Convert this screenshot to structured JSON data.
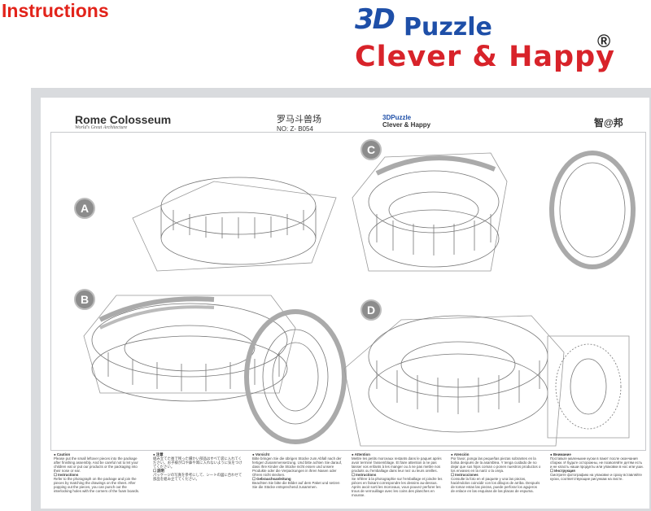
{
  "header": {
    "title": "Instructions",
    "brand_3d": "3D",
    "brand_puzzle": "Puzzle",
    "brand_name": "Clever & Happy",
    "brand_reg": "®"
  },
  "sheet": {
    "title": "Rome Colosseum",
    "subtitle": "World's Great Architecture",
    "title_cn": "罗马斗兽场",
    "model_no": "NO: Z- B054",
    "logo_3d": "3D",
    "logo_puzzle": "Puzzle",
    "logo_name": "Clever & Happy",
    "brand_cn": "智@邦",
    "steps": [
      "A",
      "B",
      "C",
      "D"
    ]
  },
  "notes": [
    {
      "h1": "● Caution",
      "t1": "Please put the small leftover pieces into the package after finishing assembly. And be careful not to let your children eat or put our products or the packaging into their nose or ear.",
      "h2": "☐ Instructions",
      "t2": "Refer to the photograph on the package and join the pieces by matching the drawings on the sheet. After popping out the pieces, you can punch out the interlocking holes with the corners of the foam boards."
    },
    {
      "h1": "● 注意",
      "t1": "組み立てた後で残った細かい部品はすべて袋に入れてください。お子様が口や鼻や耳に入れないように気をつけてください。",
      "h2": "☐ 説明",
      "t2": "パッケージの写真を参考にして、シートの図に合わせて部品を組み立ててください。"
    },
    {
      "h1": "● Vorsicht",
      "t1": "Bitte bringen Sie die übrigen Stücke zum Abfall nach der fertigen Zusammensetzung. Und bitte achten Sie darauf, dass Ihre Kinder die Stücke nicht essen und unsere Produkte oder die Verpackungen in ihren Nasen oder Ohren nicht stecken.",
      "h2": "☐ Gebrauchsanleitung",
      "t2": "Beachten Sie bitte die Bilder auf dem Paket und setzen Sie die Stücke entsprechend zusammen."
    },
    {
      "h1": "● Attention",
      "t1": "Mettre les petits morceaux restants dans le paquet après avoir terminé l'assemblage. Et faire attention à ne pas laisser vos enfants à les manger ou à ne pas mettre nos produits ou l'emballage dans leur nez ou leurs oreilles.",
      "h2": "☐ Instructions",
      "t2": "Se référer à la photographie sur l'emballage et joindre les pièces en faisant correspondre les dessins au-dessus. Après avoir sorti les morceaux, vous pouvez perforer les trous de verrouillage avec les coins des planches en mousse."
    },
    {
      "h1": "● Atención",
      "t1": "Por favor, ponga las pequeñas piezas sobrantes en la bolsa después de la asamblea. Y tenga cuidado de no dejar que sus hijos coman o ponen nuestros productos o los envases en la nariz o la oreja.",
      "h2": "☐ Instrucciones",
      "t2": "Consulte la foto en el paquete y una las piezas, haciéndolos coincidir con los dibujos de arriba. Después de tomar estas las piezas, puede perforar los agujeros de enlace en las esquinas de las placas de espuma."
    },
    {
      "h1": "● Внимание",
      "t1": "Поставьте маленькие куски в пакет после окончания сборки. И будьте осторожны, не позволяйте детям есть и не класть наши продукты или упаковки в нос или уши.",
      "h2": "☐ Инструкция",
      "t2": "Смотрите фотографию на упаковке и сразу вставляйте куски, соответствующие рисункам на листе."
    }
  ],
  "colors": {
    "title_red": "#e2231a",
    "brand_blue": "#1e4fa8",
    "brand_red": "#d8232a",
    "sheet_gray": "#d9dbde",
    "step_badge": "#8c8c8c"
  }
}
